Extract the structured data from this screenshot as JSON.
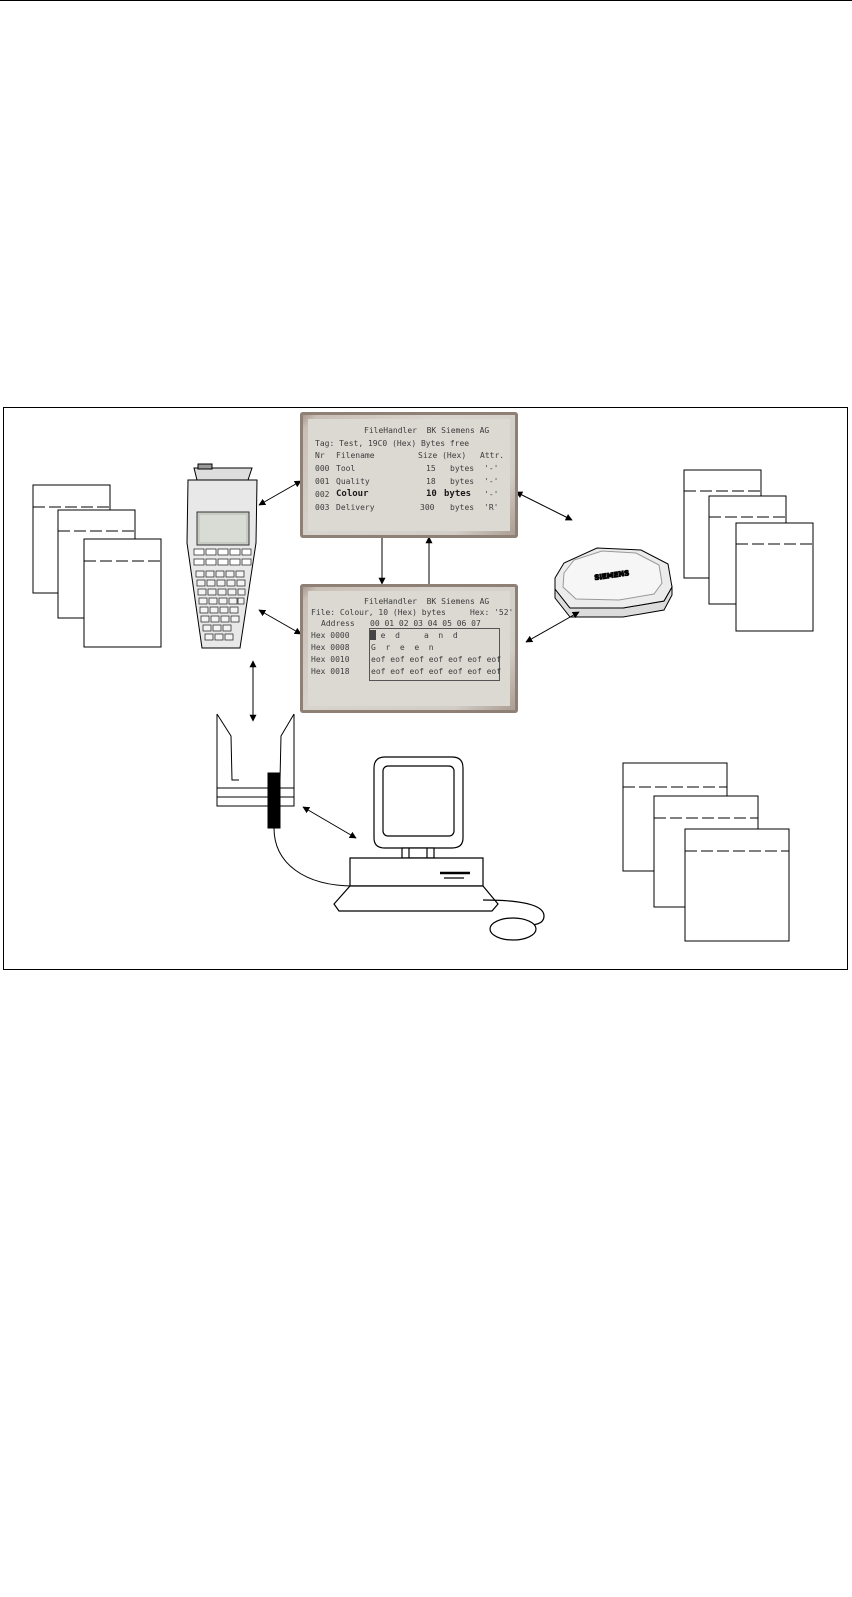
{
  "top_screen": {
    "header": "FileHandler  BK Siemens AG",
    "tag_line": "Tag: Test, 19C0 (Hex) Bytes free",
    "columns": [
      "Nr",
      "Filename",
      "Size (Hex)",
      "Attr."
    ],
    "rows": [
      {
        "nr": "000",
        "name": "Tool",
        "size": "15",
        "unit": "bytes",
        "attr": "'-'"
      },
      {
        "nr": "001",
        "name": "Quality",
        "size": "18",
        "unit": "bytes",
        "attr": "'-'"
      },
      {
        "nr": "002",
        "name": "Colour",
        "size": "10",
        "unit": "bytes",
        "attr": "'-'"
      },
      {
        "nr": "003",
        "name": "Delivery",
        "size": "300",
        "unit": "bytes",
        "attr": "'R'"
      }
    ]
  },
  "bottom_screen": {
    "header": "FileHandler  BK Siemens AG",
    "file_line": "File: Colour, 10 (Hex) bytes",
    "hex_value": "Hex: '52'",
    "address_label": "Address",
    "address_cols": "00 01 02 03 04 05 06 07",
    "rows": [
      {
        "label": "Hex 0000",
        "data": "  e  d     a  n  d"
      },
      {
        "label": "Hex 0008",
        "data": "G  r  e  e  n"
      },
      {
        "label": "Hex 0010",
        "data": "eof eof eof eof eof eof eof"
      },
      {
        "label": "Hex 0018",
        "data": "eof eof eof eof eof eof eof"
      }
    ]
  },
  "tag_brand": "SIEMENS"
}
